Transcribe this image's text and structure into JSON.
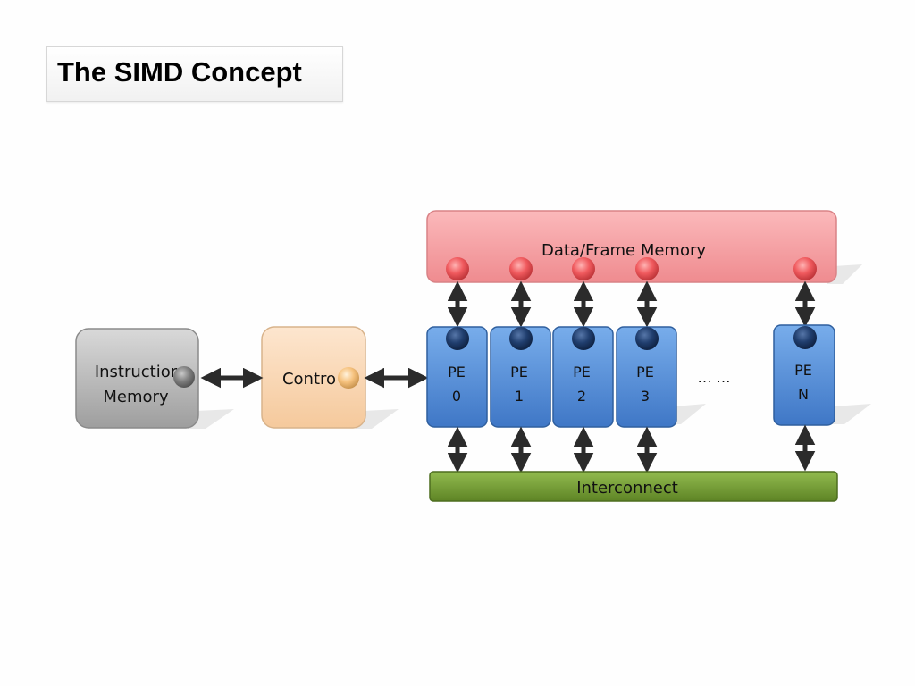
{
  "title": "The SIMD Concept",
  "memory": {
    "label": "Data/Frame Memory",
    "color": "#f7a3a6"
  },
  "instruction_memory": {
    "line1": "Instructior",
    "line2": "Memory",
    "color": "#bdbdbd"
  },
  "control": {
    "label": "Contro",
    "color": "#fcdcbc"
  },
  "pes": [
    {
      "line1": "PE",
      "line2": "0"
    },
    {
      "line1": "PE",
      "line2": "1"
    },
    {
      "line1": "PE",
      "line2": "2"
    },
    {
      "line1": "PE",
      "line2": "3"
    },
    {
      "line1": "PE",
      "line2": "N"
    }
  ],
  "ellipsis": "…  …",
  "interconnect": {
    "label": "Interconnect",
    "color": "#7aa33a"
  },
  "pe_color": "#5d97e0"
}
